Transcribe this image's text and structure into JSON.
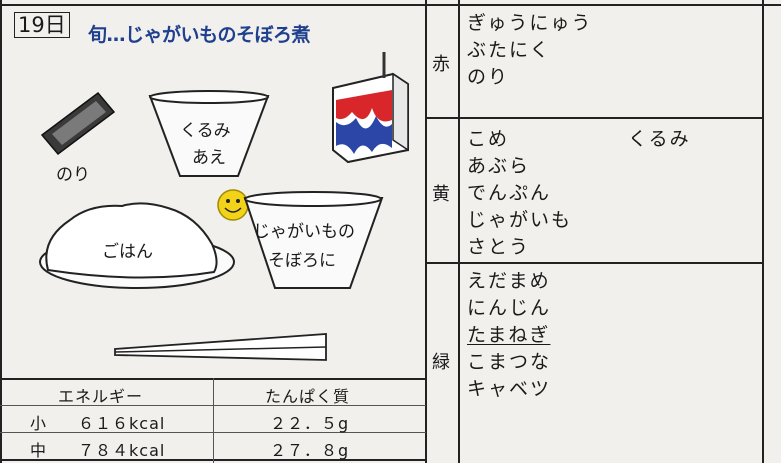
{
  "day": "19日",
  "title": "旬…じゃがいものそぼろ煮",
  "illustration": {
    "nori_label": "のり",
    "aemono_label_1": "くるみ",
    "aemono_label_2": "あえ",
    "rice_label": "ごはん",
    "stew_label_1": "じゃがいもの",
    "stew_label_2": "そぼろに",
    "icons": [
      "nori-icon",
      "aemono-bowl-icon",
      "milk-carton-icon",
      "smiley-icon",
      "rice-plate-icon",
      "stew-bowl-icon",
      "chopsticks-icon"
    ]
  },
  "nutrition": {
    "energy_header": "エネルギー",
    "protein_header": "たんぱく質",
    "rows": [
      {
        "size": "小",
        "energy": "６１６kcal",
        "protein": "２２．５g"
      },
      {
        "size": "中",
        "energy": "７８４kcal",
        "protein": "２７．８g"
      }
    ]
  },
  "groups": {
    "red": {
      "label": "赤",
      "foods": [
        "ぎゅうにゅう",
        "ぶたにく",
        "のり"
      ]
    },
    "yellow": {
      "label": "黄",
      "foods": [
        "こめ",
        "あぶら",
        "でんぷん",
        "じゃがいも",
        "さとう"
      ],
      "extra": "くるみ"
    },
    "green": {
      "label": "緑",
      "foods": [
        "えだまめ",
        "にんじん",
        "たまねぎ",
        "こまつな",
        "キャベツ"
      ]
    }
  },
  "colors": {
    "title": "#1f3f8f",
    "milk_red": "#d8262a",
    "milk_blue": "#2c46a8",
    "smiley": "#f3d21a"
  }
}
